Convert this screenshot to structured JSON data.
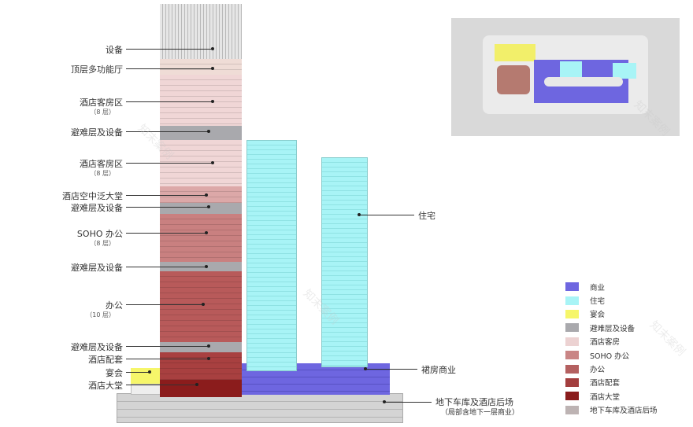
{
  "tower_labels": [
    {
      "text": "设备",
      "sub": ""
    },
    {
      "text": "顶层多功能厅",
      "sub": ""
    },
    {
      "text": "酒店客房区",
      "sub": "（8 层）"
    },
    {
      "text": "避难层及设备",
      "sub": ""
    },
    {
      "text": "酒店客房区",
      "sub": "（8 层）"
    },
    {
      "text": "酒店空中泛大堂",
      "sub": ""
    },
    {
      "text": "避难层及设备",
      "sub": ""
    },
    {
      "text": "SOHO 办公",
      "sub": "（8 层）"
    },
    {
      "text": "避难层及设备",
      "sub": ""
    },
    {
      "text": "办公",
      "sub": "（10 层）"
    },
    {
      "text": "避难层及设备",
      "sub": ""
    },
    {
      "text": "酒店配套",
      "sub": ""
    },
    {
      "text": "宴会",
      "sub": ""
    },
    {
      "text": "酒店大堂",
      "sub": ""
    }
  ],
  "right_labels": {
    "residential": "住宅",
    "podium_retail": "裙房商业",
    "basement": "地下车库及酒店后场",
    "basement_sub": "（局部含地下一层商业）"
  },
  "legend": [
    {
      "label": "商业",
      "color": "#6e66e0"
    },
    {
      "label": "住宅",
      "color": "#a8f4f6"
    },
    {
      "label": "宴会",
      "color": "#f6f66a"
    },
    {
      "label": "避难层及设备",
      "color": "#a9a9ad"
    },
    {
      "label": "酒店客房",
      "color": "#ecd2d2"
    },
    {
      "label": "SOHO 办公",
      "color": "#c98585"
    },
    {
      "label": "办公",
      "color": "#b46060"
    },
    {
      "label": "酒店配套",
      "color": "#a33e3e"
    },
    {
      "label": "酒店大堂",
      "color": "#8a1c1c"
    },
    {
      "label": "地下车库及酒店后场",
      "color": "#bdb3b3"
    }
  ],
  "watermark": "知末案例"
}
